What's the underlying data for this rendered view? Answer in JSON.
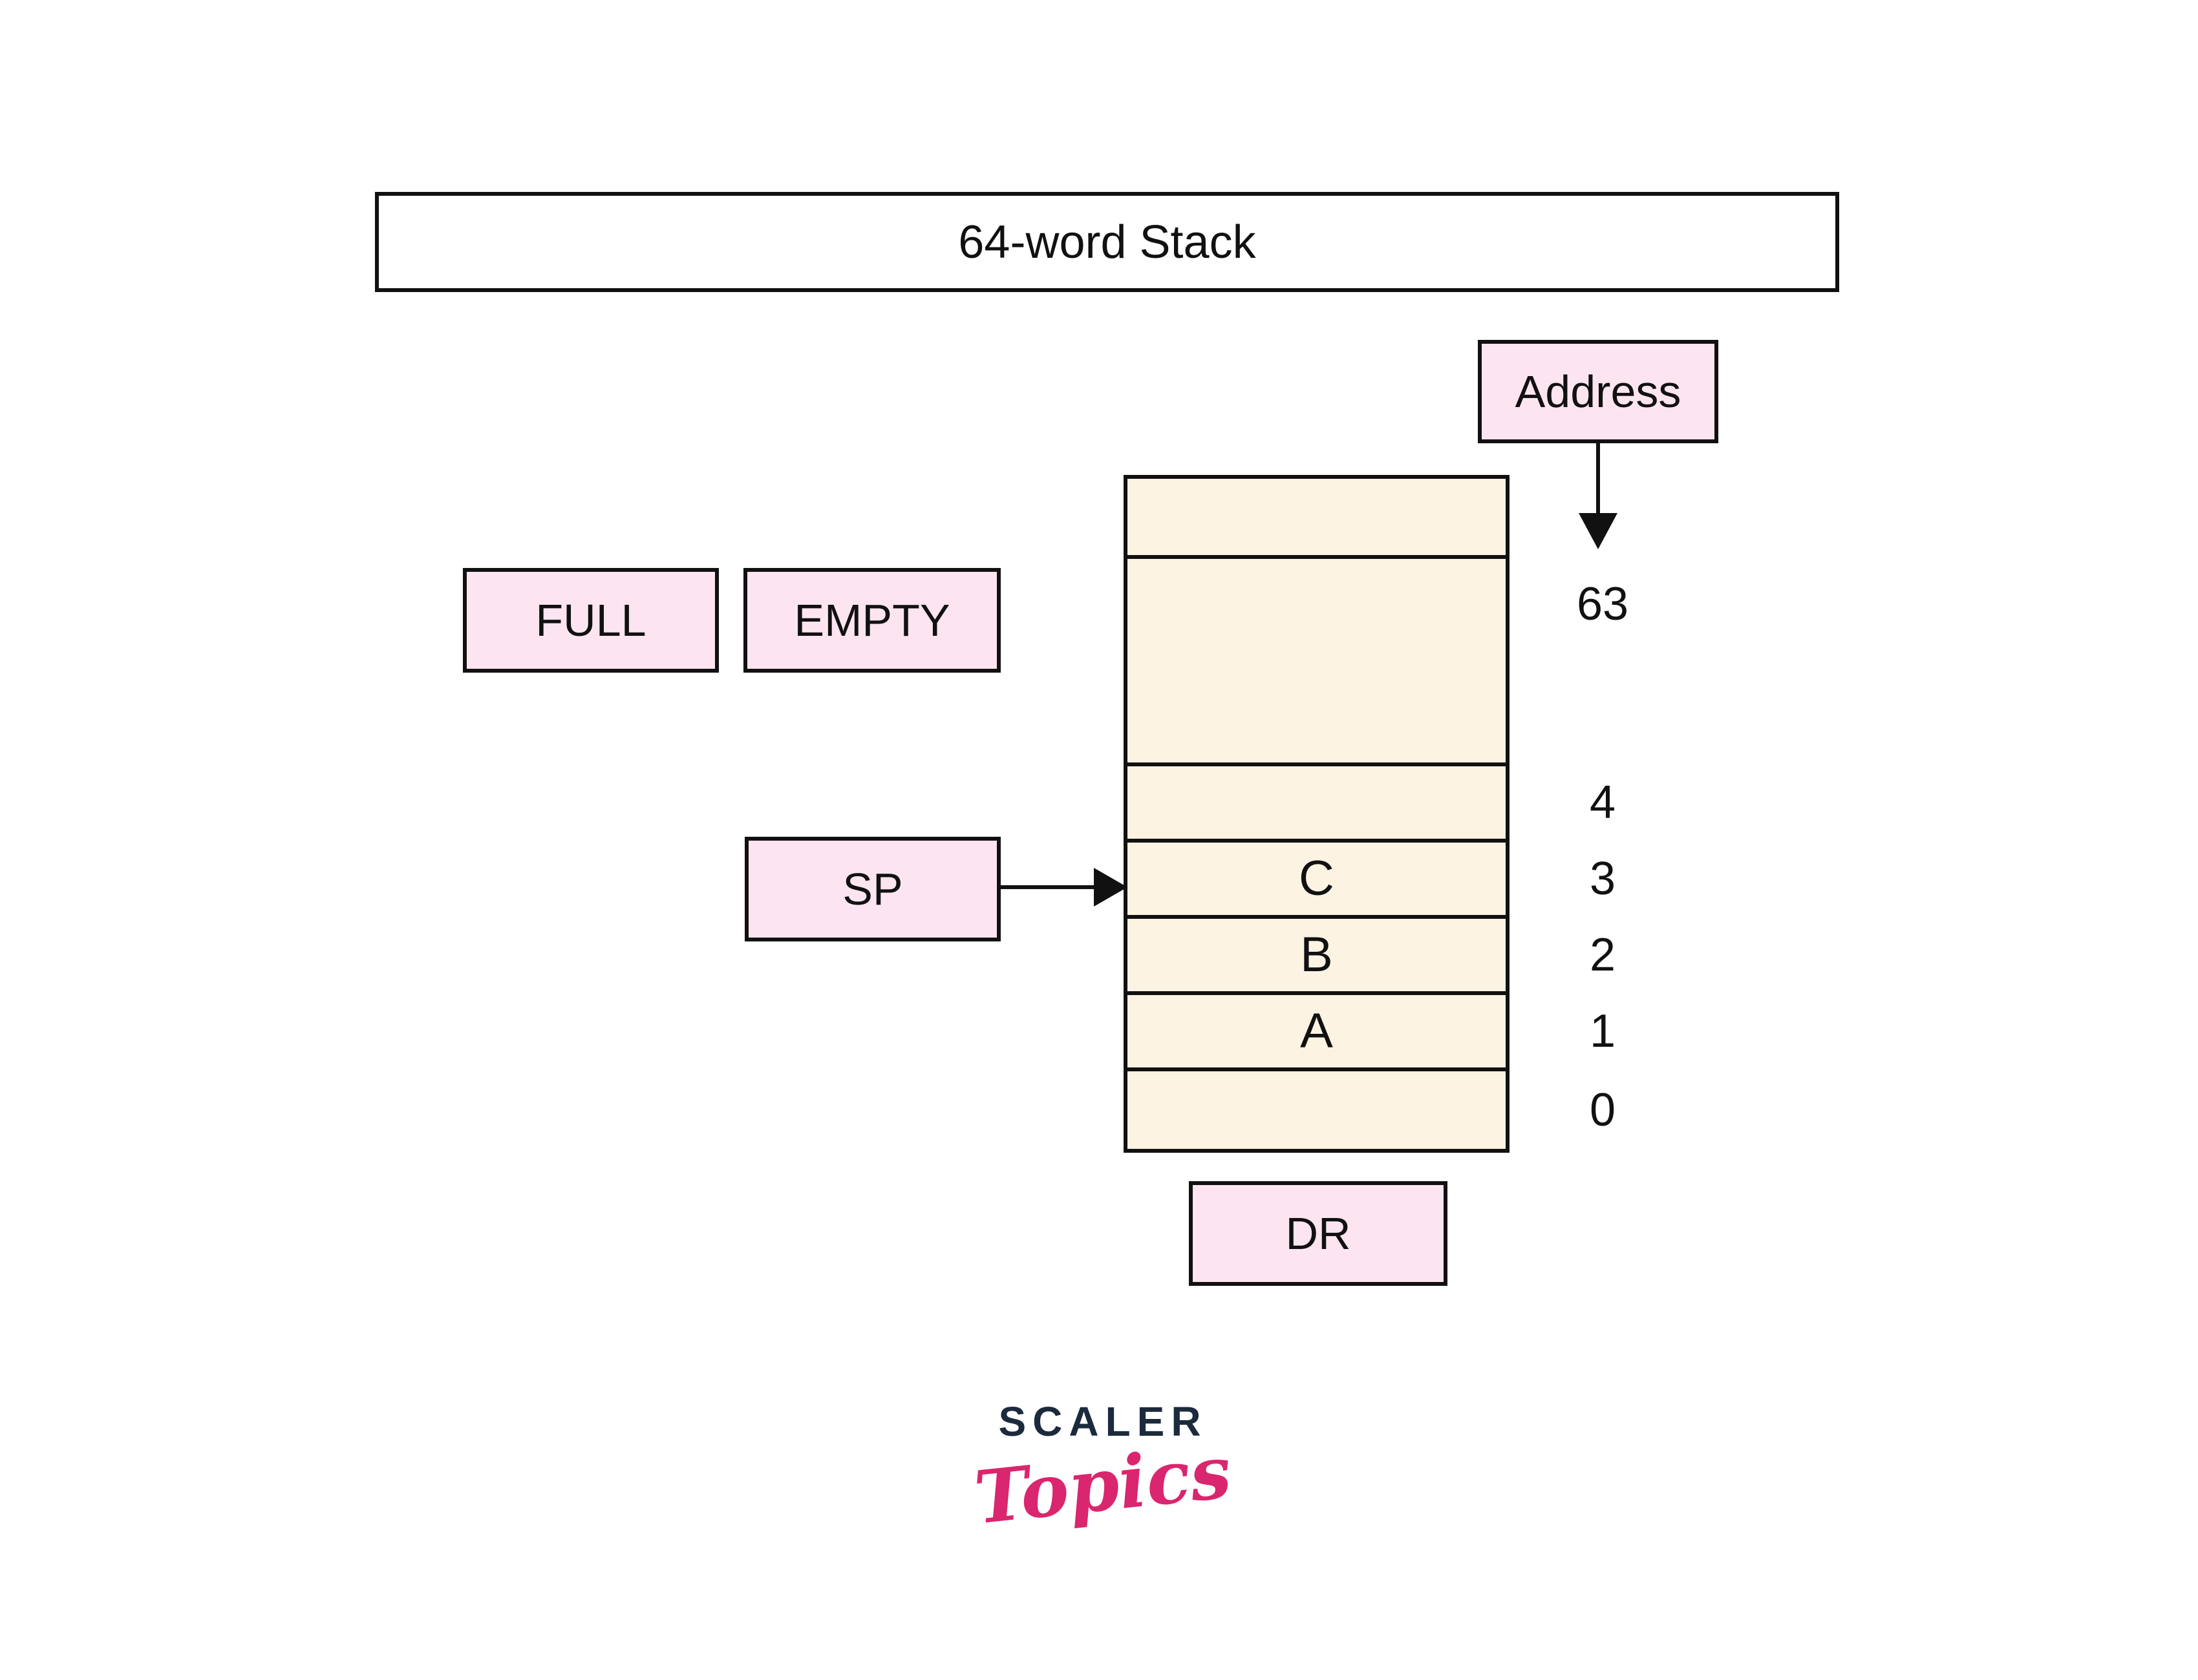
{
  "title": "64-word Stack",
  "registers": {
    "address": "Address",
    "full": "FULL",
    "empty": "EMPTY",
    "sp": "SP",
    "dr": "DR"
  },
  "stack": {
    "rows": [
      {
        "value": "",
        "address": ""
      },
      {
        "value": "",
        "address": "63"
      },
      {
        "value": "",
        "address": "4"
      },
      {
        "value": "C",
        "address": "3"
      },
      {
        "value": "B",
        "address": "2"
      },
      {
        "value": "A",
        "address": "1"
      },
      {
        "value": "",
        "address": "0"
      }
    ],
    "sp_points_to_address": "3"
  },
  "logo": {
    "brand": "SCALER",
    "sub": "Topics"
  },
  "colors": {
    "box_pink": "#FCE5F0",
    "cell_cream": "#FCF3E3",
    "ink": "#111111",
    "brand_navy": "#1B2A3C",
    "brand_pink": "#D9266E"
  }
}
